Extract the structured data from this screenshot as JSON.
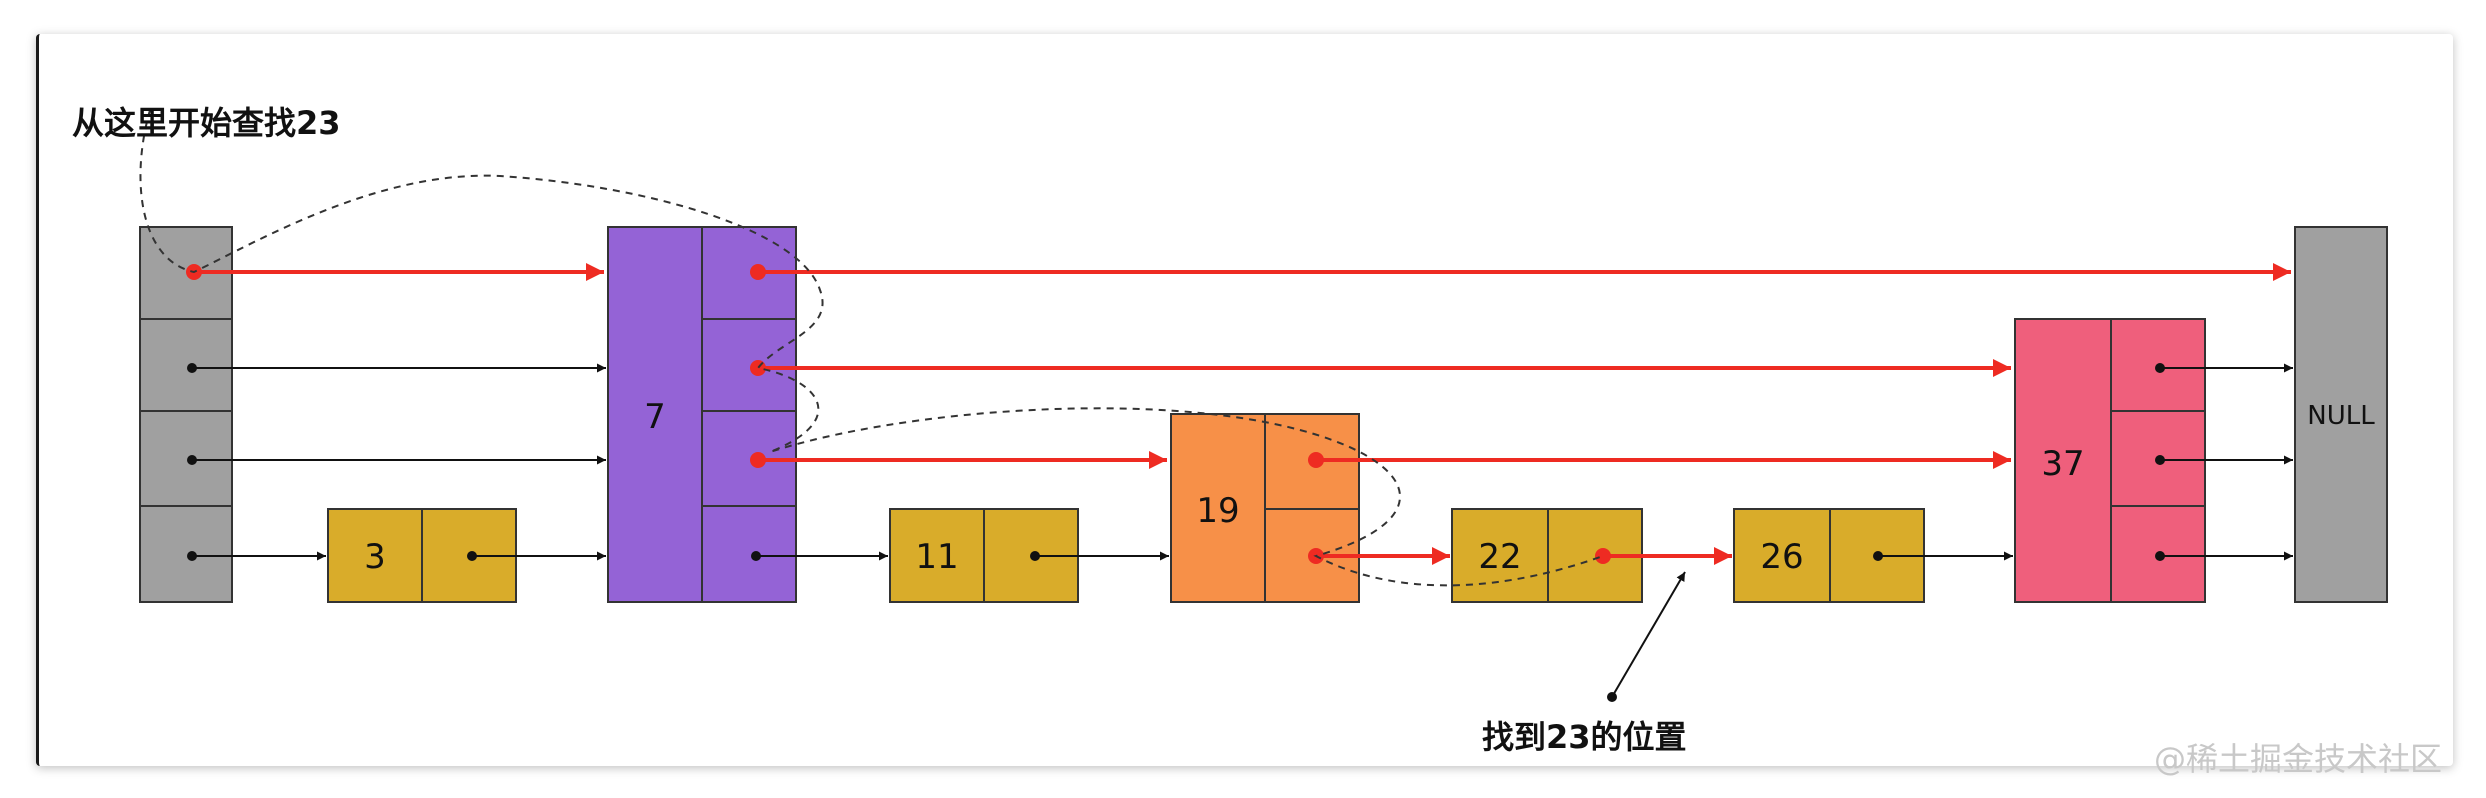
{
  "annotations": {
    "start": "从这里开始查找23",
    "found": "找到23的位置",
    "watermark": "@稀土掘金技术社区"
  },
  "nodes": {
    "n7": "7",
    "n3": "3",
    "n11": "11",
    "n19": "19",
    "n22": "22",
    "n26": "26",
    "n37": "37",
    "null": "NULL"
  },
  "colors": {
    "head": "#a0a0a0",
    "null": "#a0a0a0",
    "level1": "#d9ac2a",
    "n7": "#9463d6",
    "n19": "#f79048",
    "n37": "#ef5f7c",
    "search_path": "#ee2b22",
    "link": "#111111"
  }
}
